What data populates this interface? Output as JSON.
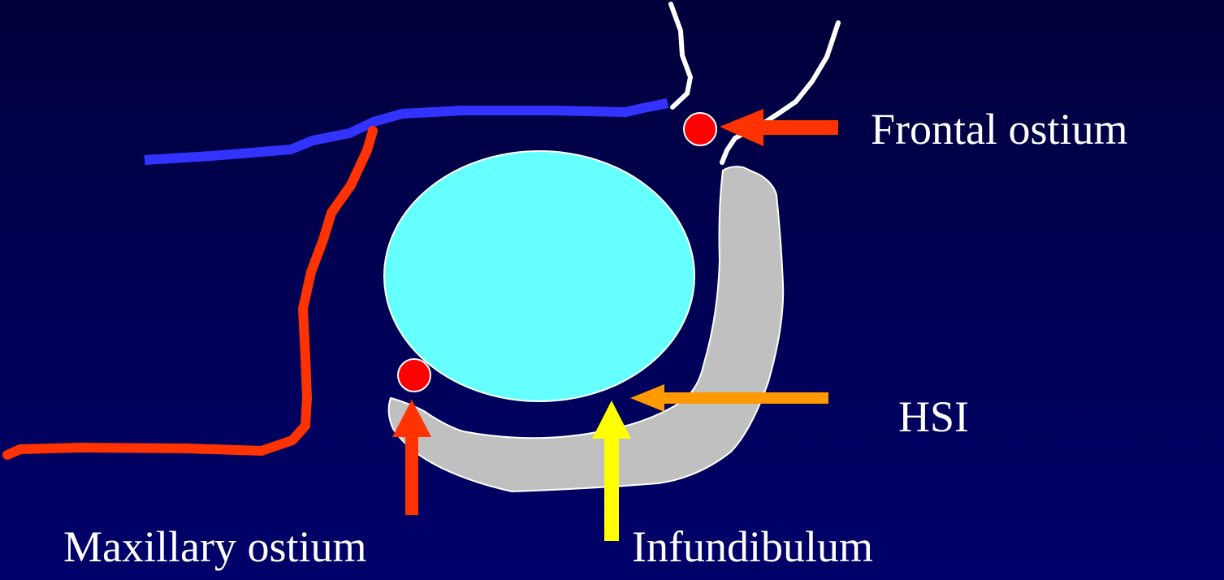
{
  "labels": {
    "frontal_ostium": "Frontal ostium",
    "hsi": "HSI",
    "maxillary_ostium": "Maxillary ostium",
    "infundibulum": "Infundibulum"
  },
  "colors": {
    "background": "#000050",
    "bulla": "#66ffff",
    "infundibulum_channel": "#c0c0c0",
    "blue_line": "#3333ff",
    "red_line": "#ff3300",
    "white_line": "#ffffff",
    "ostium_dot": "#ff0000",
    "arrow_red": "#ff3300",
    "arrow_orange": "#ff9900",
    "arrow_yellow": "#ffff00"
  }
}
